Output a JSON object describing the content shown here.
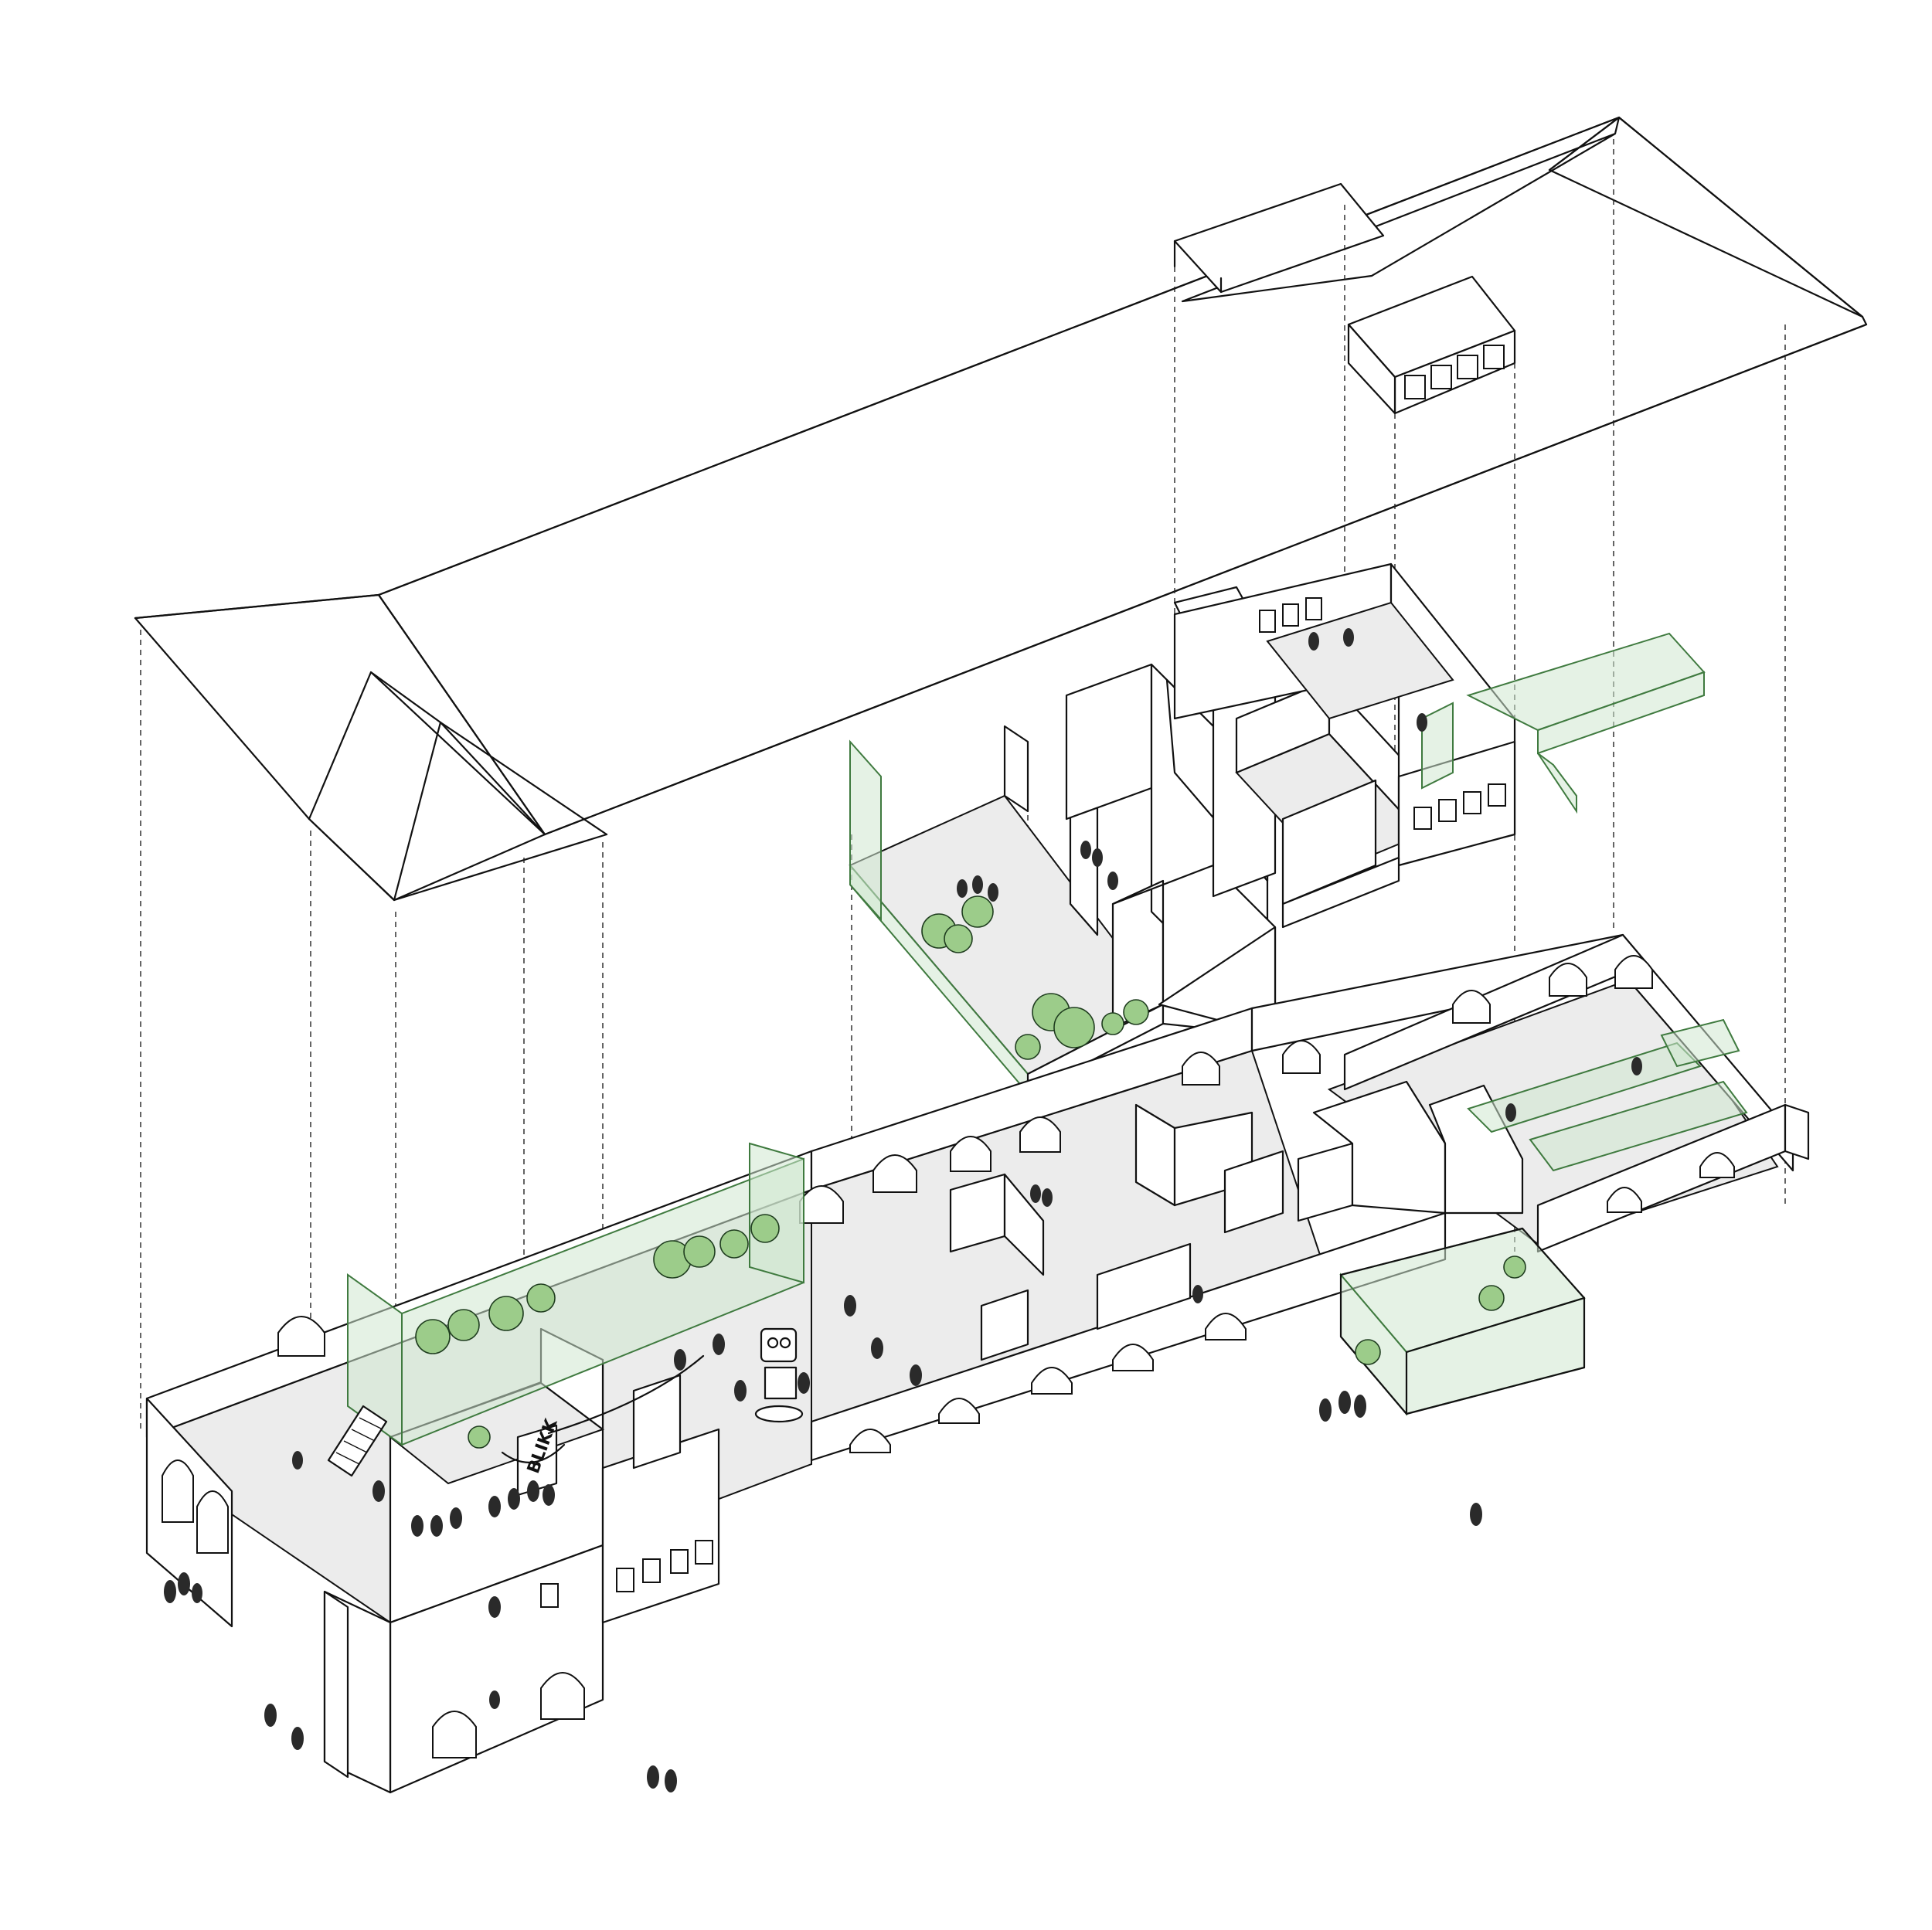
{
  "diagram": {
    "type": "exploded-axonometric-building",
    "colors": {
      "line": "#111111",
      "floor": "#ececec",
      "glass": "#cfe8cf",
      "glass_edge": "#3f7a3f",
      "plant": "#9ccc8a",
      "people": "#2a2a2a"
    },
    "layers": [
      "roof",
      "upper-floor",
      "ground-floor"
    ],
    "sign_text": "BLIKK"
  }
}
